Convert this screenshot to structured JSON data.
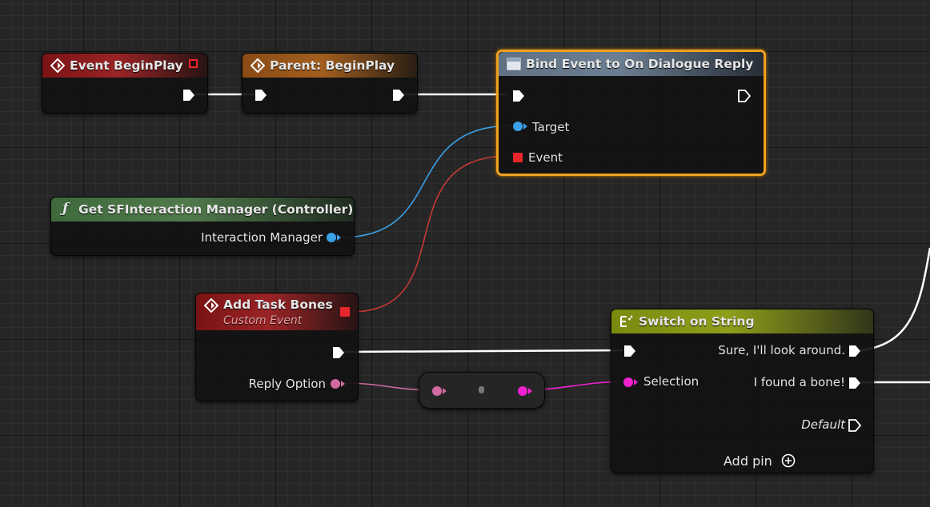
{
  "colors": {
    "exec": "#ffffff",
    "object": "#3aa0e8",
    "delegate": "#e8262b",
    "string": "#d06aa0",
    "string_bright": "#f021d0",
    "selected": "#f0a020"
  },
  "nodes": {
    "event_begin_play": {
      "title": "Event BeginPlay",
      "icon": "event-diamond-icon"
    },
    "parent_begin_play": {
      "title": "Parent: BeginPlay",
      "icon": "event-diamond-icon"
    },
    "bind_event": {
      "title": "Bind Event to On Dialogue Reply",
      "icon": "window-icon",
      "pins": {
        "target": "Target",
        "event": "Event"
      }
    },
    "get_manager": {
      "title": "Get SFInteraction Manager (Controller)",
      "icon": "function-icon",
      "pins": {
        "output": "Interaction Manager"
      }
    },
    "add_task_bones": {
      "title": "Add Task Bones",
      "subtitle": "Custom Event",
      "icon": "event-diamond-icon",
      "pins": {
        "reply_option": "Reply Option"
      }
    },
    "switch_on_string": {
      "title": "Switch on String",
      "icon": "switch-icon",
      "pins": {
        "selection": "Selection",
        "case_1": "Sure, I'll look around.",
        "case_2": "I found a bone!",
        "default": "Default"
      },
      "add_pin": "Add pin"
    }
  }
}
